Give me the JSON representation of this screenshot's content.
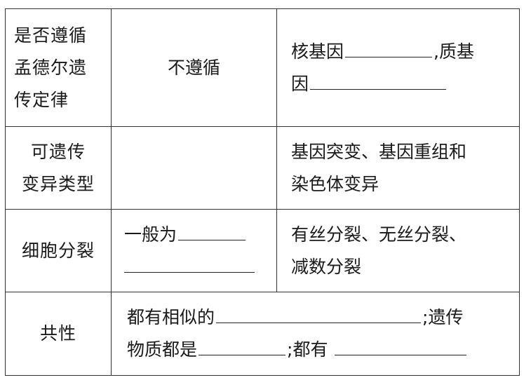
{
  "table": {
    "rows": [
      {
        "label_lines": [
          "是否遵循",
          "孟德尔遗",
          "传定律"
        ],
        "col_b": "不遵循",
        "col_c": {
          "line1_prefix": "核基因",
          "line1_suffix": ",质基",
          "line2_prefix": "因"
        }
      },
      {
        "label_lines": [
          "可遗传",
          "变异类型"
        ],
        "col_b": "",
        "col_c_lines": [
          "基因突变、基因重组和",
          "染色体变异"
        ]
      },
      {
        "label": "细胞分裂",
        "col_b": {
          "line1_prefix": "一般为"
        },
        "col_c_lines": [
          "有丝分裂、无丝分裂、",
          "减数分裂"
        ]
      },
      {
        "label": "共性",
        "merged": {
          "line1_prefix": "都有相似的",
          "line1_suffix": ";遗传",
          "line2_prefix": "物质都是",
          "line2_middle": ";都有"
        }
      }
    ]
  },
  "blanks": {
    "r1_nuclear": "",
    "r1_cytoplasmic": "",
    "r3_division_a": "",
    "r3_division_b": "",
    "r4_similar": "",
    "r4_material": "",
    "r4_shared": ""
  }
}
